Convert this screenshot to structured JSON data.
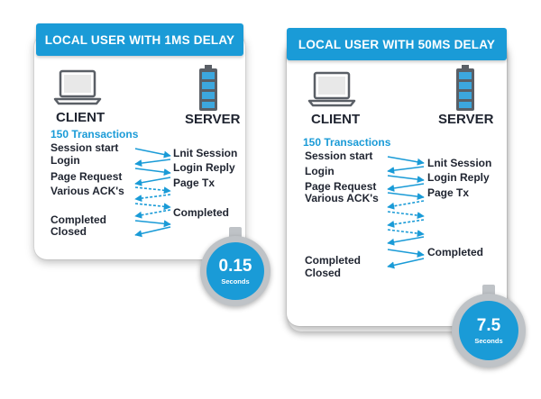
{
  "colors": {
    "accent": "#1a9bd7",
    "text": "#1f2430",
    "timer_ring": "#bfc3c7"
  },
  "panels": [
    {
      "banner": "LOCAL USER WITH 1MS DELAY",
      "client_label": "CLIENT",
      "server_label": "SERVER",
      "client_icon": "laptop-icon",
      "server_icon": "battery-server-icon",
      "transactions": "150 Transactions",
      "client_steps": [
        "Session start",
        "Login",
        "Page Request",
        "Various ACK's",
        "Completed",
        "Closed"
      ],
      "server_steps": [
        "Lnit Session",
        "Login Reply",
        "Page Tx",
        "Completed"
      ],
      "timer_value": "0.15",
      "timer_unit": "Seconds"
    },
    {
      "banner": "LOCAL USER WITH 50MS DELAY",
      "client_label": "CLIENT",
      "server_label": "SERVER",
      "client_icon": "laptop-icon",
      "server_icon": "battery-server-icon",
      "transactions": "150 Transactions",
      "client_steps": [
        "Session start",
        "Login",
        "Page Request",
        "Various ACK's",
        "Completed",
        "Closed"
      ],
      "server_steps": [
        "Lnit Session",
        "Login Reply",
        "Page Tx",
        "Completed"
      ],
      "timer_value": "7.5",
      "timer_unit": "Seconds"
    }
  ]
}
